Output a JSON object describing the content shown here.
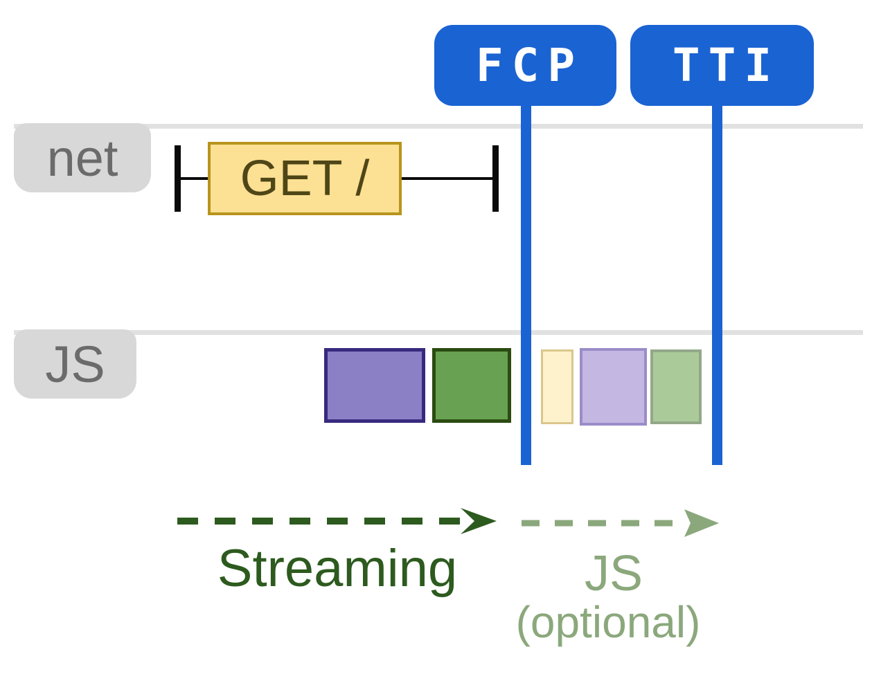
{
  "diagram": {
    "markers": [
      {
        "id": "fcp",
        "label": "FCP"
      },
      {
        "id": "tti",
        "label": "TTI"
      }
    ],
    "lanes": [
      {
        "id": "net",
        "label": "net"
      },
      {
        "id": "js",
        "label": "JS"
      }
    ],
    "network": {
      "request_label": "GET /"
    },
    "js_blocks": {
      "before_fcp": [
        {
          "name": "js-task-purple",
          "state": "solid",
          "fill": "#8b80c6",
          "border": "#372a7e"
        },
        {
          "name": "js-task-green",
          "state": "solid",
          "fill": "#67a151",
          "border": "#2b4b11"
        }
      ],
      "after_fcp": [
        {
          "name": "js-task-yellow-faded",
          "state": "faded",
          "fill": "#fdf2cb",
          "border": "#dbc68b"
        },
        {
          "name": "js-task-purple-faded",
          "state": "faded",
          "fill": "#c4b7e2",
          "border": "#9a8cc8"
        },
        {
          "name": "js-task-green-faded",
          "state": "faded",
          "fill": "#abca9a",
          "border": "#93a888"
        }
      ]
    },
    "annotations": [
      {
        "id": "streaming",
        "label": "Streaming"
      },
      {
        "id": "js-optional",
        "label": "JS",
        "sublabel": "(optional)"
      }
    ]
  },
  "colors": {
    "marker-blue": "#1a63d2",
    "badge-text": "#ffffff",
    "lane-line": "#e1e1e1",
    "lane-label-bg": "#d8d8d8",
    "lane-label-text": "#6b6b6b",
    "tick-black": "#0a0a0a",
    "request-fill": "#fce093",
    "request-border": "#b8941c",
    "request-text": "#4f4617",
    "js-purple-fill": "#8b80c6",
    "js-purple-border": "#372a7e",
    "js-green-fill": "#67a151",
    "js-green-border": "#2b4b11",
    "faded-yellow-fill": "#fdf2cb",
    "faded-yellow-border": "#dbc68b",
    "faded-purple-fill": "#c4b7e2",
    "faded-purple-border": "#9a8cc8",
    "faded-green-fill": "#abca9a",
    "faded-green-border": "#93a888",
    "streaming-green": "#2d5a1e",
    "optional-green": "#8ba87c"
  }
}
